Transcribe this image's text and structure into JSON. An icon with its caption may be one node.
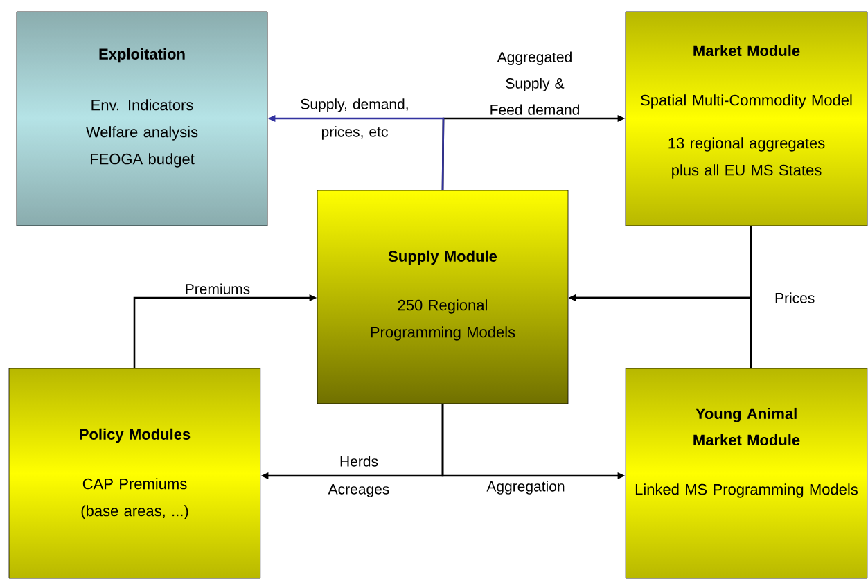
{
  "diagram": {
    "nodes": [
      {
        "text": [
          "Exploitation",
          "Env. Indicators",
          "Welfare analysis",
          "FEOGA budget"
        ]
      },
      {
        "text": [
          "Market Module",
          "Spatial Multi-Commodity Model",
          "13 regional aggregates plus all EU MS States"
        ]
      },
      {
        "text": [
          "Supply Module",
          "250 Regional Programming Models"
        ]
      },
      {
        "text": [
          "Policy Modules",
          "CAP Premiums (base areas, ...)"
        ]
      },
      {
        "text": [
          "Young Animal Market Module",
          "Linked MS Programming Models"
        ]
      }
    ],
    "edges": [
      {
        "from": 2,
        "to": 1,
        "arrow": "to",
        "label": "Aggregated Supply & Feed demand"
      },
      {
        "from": 2,
        "to": 0,
        "arrow": "to",
        "label": "Supply, demand, prices, etc",
        "color": "#3333a0"
      },
      {
        "from": 3,
        "to": 2,
        "arrow": "to",
        "label": "Premiums"
      },
      {
        "from": 1,
        "to": 2,
        "arrow": "to",
        "label": "Prices"
      },
      {
        "from": 4,
        "to": 2,
        "arrow": "to"
      },
      {
        "from": 2,
        "to": 3,
        "arrow": "to",
        "label": "Herds Acreages"
      },
      {
        "from": 2,
        "to": 4,
        "arrow": "to",
        "label": "Aggregation"
      }
    ]
  }
}
